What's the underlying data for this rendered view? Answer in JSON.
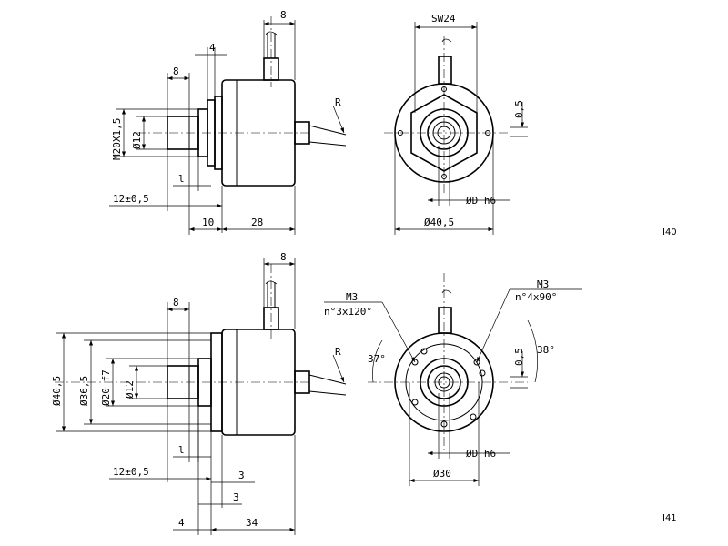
{
  "top": {
    "tag": "I40",
    "dims": {
      "d8_top": "8",
      "d4": "4",
      "d8_shaft": "8",
      "m20": "M20X1,5",
      "d12": "Ø12",
      "one": "l",
      "d12pm": "12±0,5",
      "d10": "10",
      "d28": "28",
      "r": "R",
      "sw24": "SW24",
      "d05": "0,5",
      "dh6": "ØD h6",
      "d405": "Ø40,5"
    }
  },
  "bottom": {
    "tag": "I41",
    "dims": {
      "d8_top": "8",
      "d8_shaft": "8",
      "d405": "Ø40,5",
      "d365": "Ø36,5",
      "d20f7": "Ø20 f7",
      "d12": "Ø12",
      "one": "l",
      "d12pm": "12±0,5",
      "d3a": "3",
      "d3b": "3",
      "d4": "4",
      "d34": "34",
      "r": "R",
      "m3a": "M3",
      "m3a_n": "n°3x120°",
      "m3b": "M3",
      "m3b_n": "n°4x90°",
      "a37": "37°",
      "a38": "38°",
      "d05": "0,5",
      "dh6": "ØD h6",
      "d30": "Ø30"
    }
  }
}
